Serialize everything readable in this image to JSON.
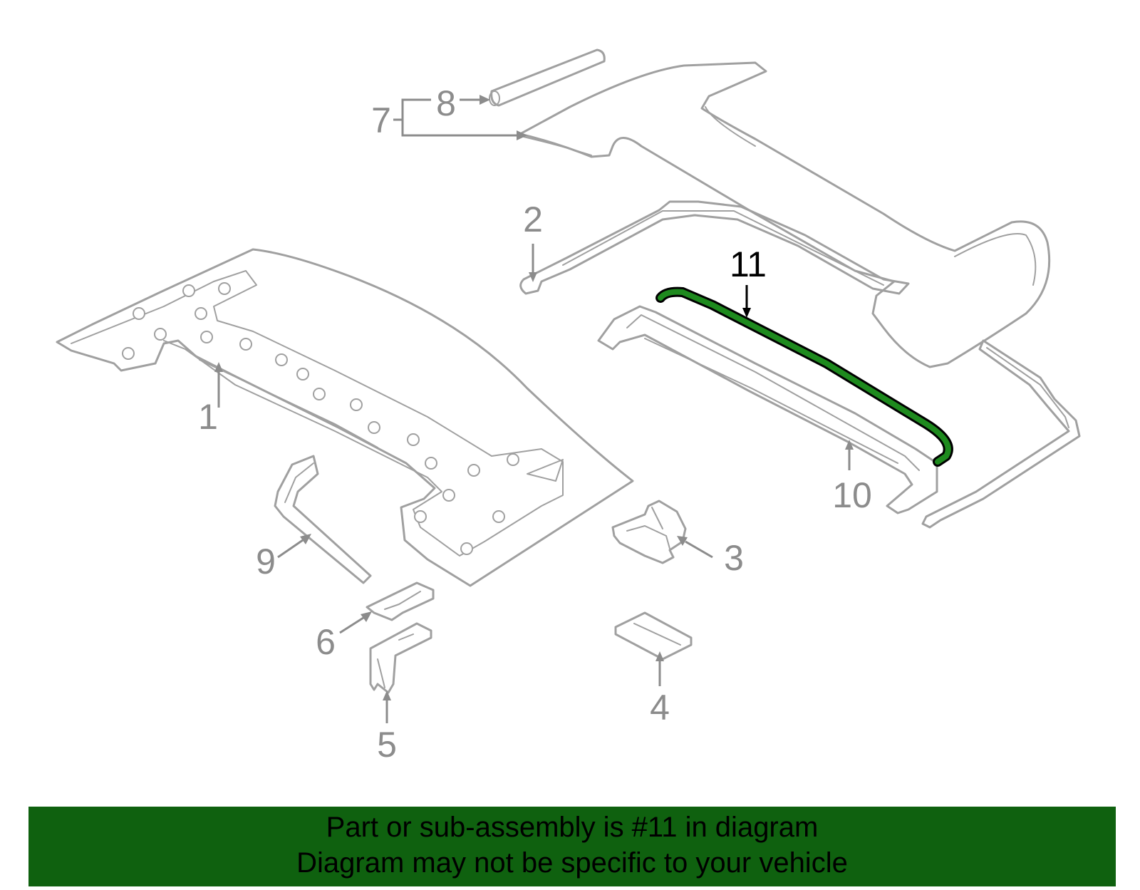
{
  "diagram": {
    "callouts": [
      {
        "id": "1",
        "label": "1"
      },
      {
        "id": "2",
        "label": "2"
      },
      {
        "id": "3",
        "label": "3"
      },
      {
        "id": "4",
        "label": "4"
      },
      {
        "id": "5",
        "label": "5"
      },
      {
        "id": "6",
        "label": "6"
      },
      {
        "id": "7",
        "label": "7"
      },
      {
        "id": "8",
        "label": "8"
      },
      {
        "id": "9",
        "label": "9"
      },
      {
        "id": "10",
        "label": "10"
      },
      {
        "id": "11",
        "label": "11"
      }
    ],
    "highlighted_part": "11",
    "colors": {
      "line": "#a0a0a0",
      "label": "#8c8c8c",
      "highlight_fill": "#1e8a1e",
      "highlight_outline": "#000000",
      "banner": "#0f610f"
    }
  },
  "banner": {
    "line1": "Part or sub-assembly is #11 in diagram",
    "line2": "Diagram may not be specific to your vehicle"
  }
}
